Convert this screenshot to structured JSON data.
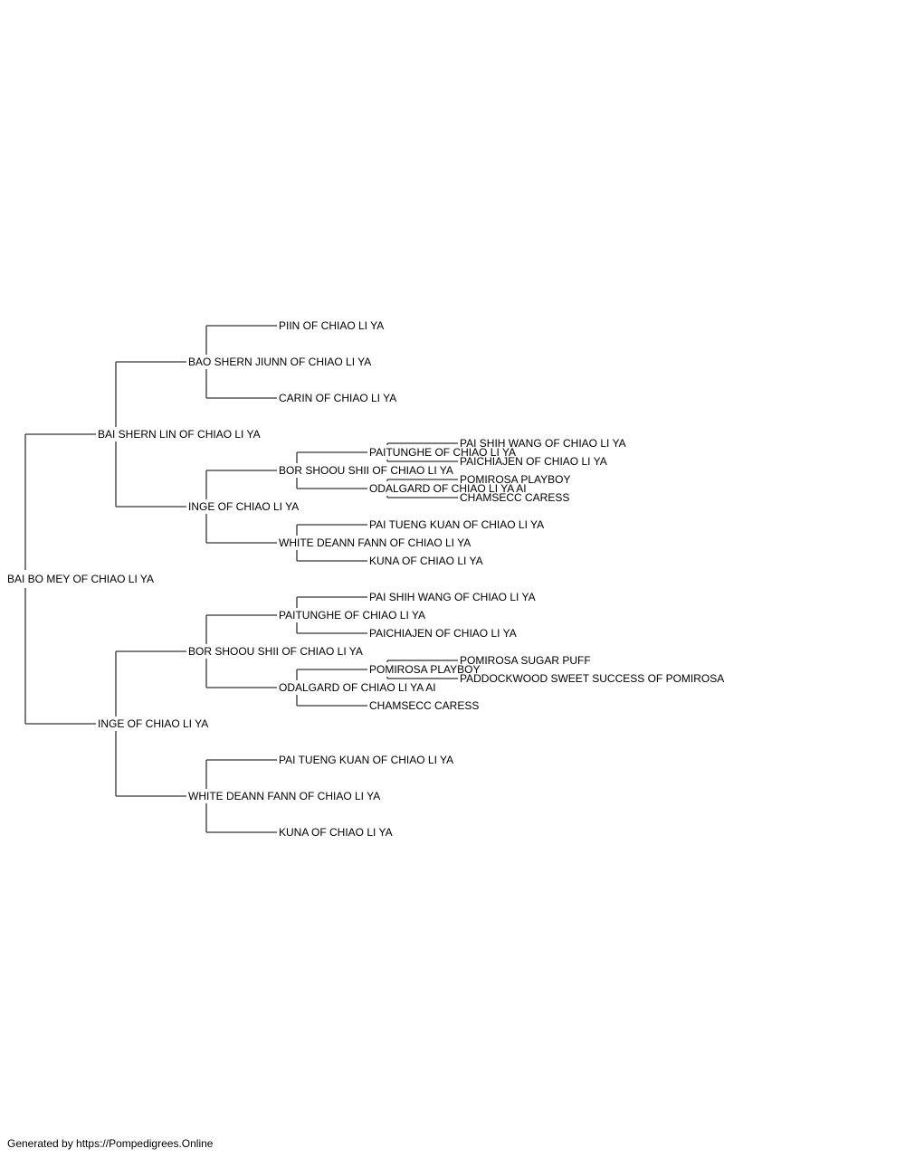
{
  "pedigree": {
    "name": "BAI BO MEY OF CHIAO LI YA",
    "sire": {
      "name": "BAI SHERN LIN OF CHIAO LI YA",
      "sire": {
        "name": "BAO SHERN JIUNN OF CHIAO LI YA",
        "sire": {
          "name": "PIIN OF CHIAO LI YA"
        },
        "dam": {
          "name": "CARIN OF CHIAO LI YA"
        }
      },
      "dam": {
        "name": "INGE OF CHIAO LI YA",
        "sire": {
          "name": "BOR SHOOU SHII OF CHIAO LI YA",
          "sire": {
            "name": "PAITUNGHE OF CHIAO LI YA",
            "sire": {
              "name": "PAI SHIH WANG OF CHIAO LI YA"
            },
            "dam": {
              "name": "PAICHIAJEN OF CHIAO LI YA"
            }
          },
          "dam": {
            "name": "ODALGARD OF CHIAO LI YA AI",
            "sire": {
              "name": "POMIROSA PLAYBOY"
            },
            "dam": {
              "name": "CHAMSECC CARESS"
            }
          }
        },
        "dam": {
          "name": "WHITE DEANN FANN OF CHIAO LI YA",
          "sire": {
            "name": "PAI TUENG KUAN OF CHIAO LI YA"
          },
          "dam": {
            "name": "KUNA OF CHIAO LI YA"
          }
        }
      }
    },
    "dam": {
      "name": "INGE OF CHIAO LI YA",
      "sire": {
        "name": "BOR SHOOU SHII OF CHIAO LI YA",
        "sire": {
          "name": "PAITUNGHE OF CHIAO LI YA",
          "sire": {
            "name": "PAI SHIH WANG OF CHIAO LI YA"
          },
          "dam": {
            "name": "PAICHIAJEN OF CHIAO LI YA"
          }
        },
        "dam": {
          "name": "ODALGARD OF CHIAO LI YA AI",
          "sire": {
            "name": "POMIROSA PLAYBOY",
            "sire": {
              "name": "POMIROSA SUGAR PUFF"
            },
            "dam": {
              "name": "PADDOCKWOOD SWEET SUCCESS OF POMIROSA"
            }
          },
          "dam": {
            "name": "CHAMSECC CARESS"
          }
        }
      },
      "dam": {
        "name": "WHITE DEANN FANN OF CHIAO LI YA",
        "sire": {
          "name": "PAI TUENG KUAN OF CHIAO LI YA"
        },
        "dam": {
          "name": "KUNA OF CHIAO LI YA"
        }
      }
    }
  },
  "footer": "Generated by https://Pompedigrees.Online",
  "line_color": "#333333"
}
